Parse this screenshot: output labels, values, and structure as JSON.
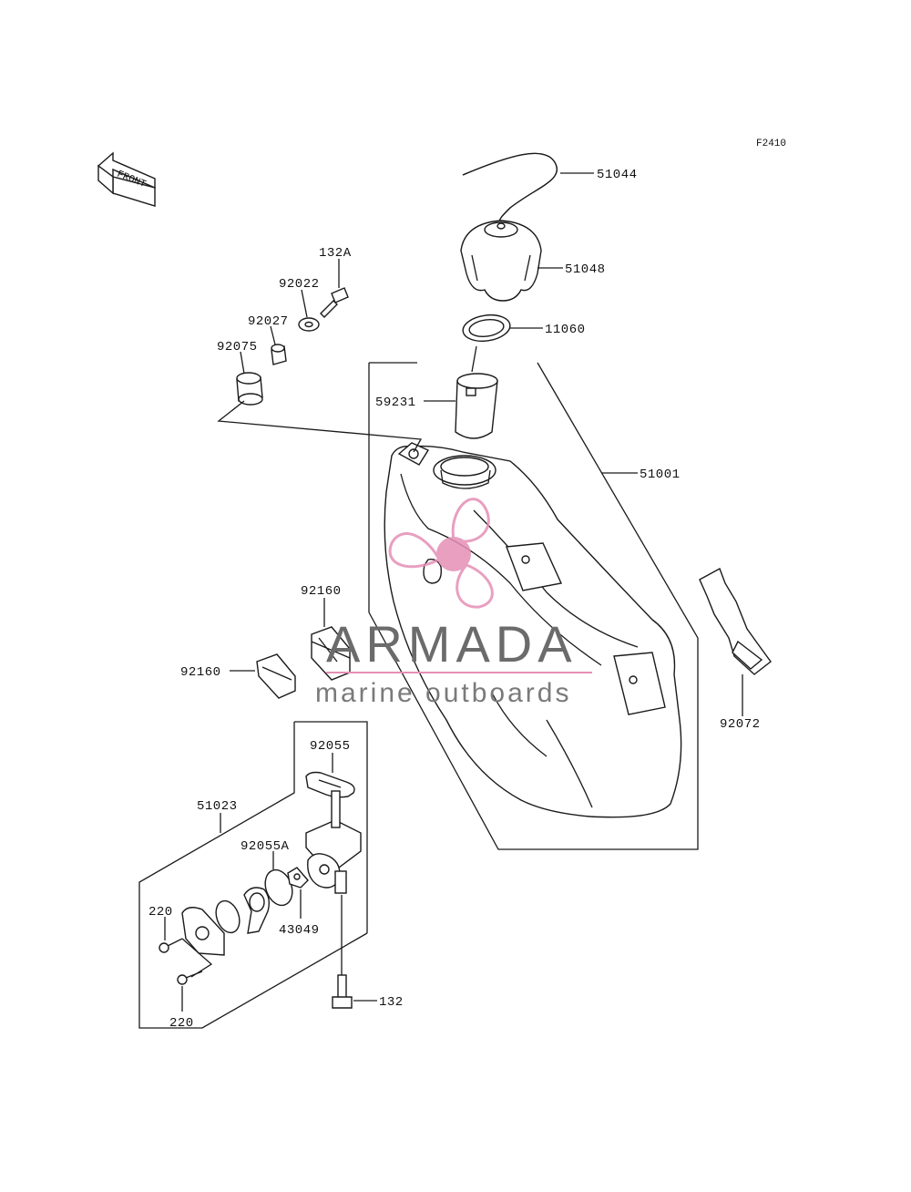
{
  "diagram": {
    "figure_code": "F2410",
    "front_arrow_text": "FRONT",
    "parts": {
      "p51044": "51044",
      "p51048": "51048",
      "p11060": "11060",
      "p59231": "59231",
      "p51001": "51001",
      "p132A": "132A",
      "p92022": "92022",
      "p92027": "92027",
      "p92075": "92075",
      "p92160a": "92160",
      "p92160b": "92160",
      "p92072": "92072",
      "p92055": "92055",
      "p51023": "51023",
      "p92055A": "92055A",
      "p43049": "43049",
      "p220a": "220",
      "p220b": "220",
      "p132": "132"
    }
  },
  "watermark": {
    "brand": "ARMADA",
    "tagline": "marine outboards",
    "logo_color": "#e58fb6",
    "text_color": "#6b6b6b"
  }
}
